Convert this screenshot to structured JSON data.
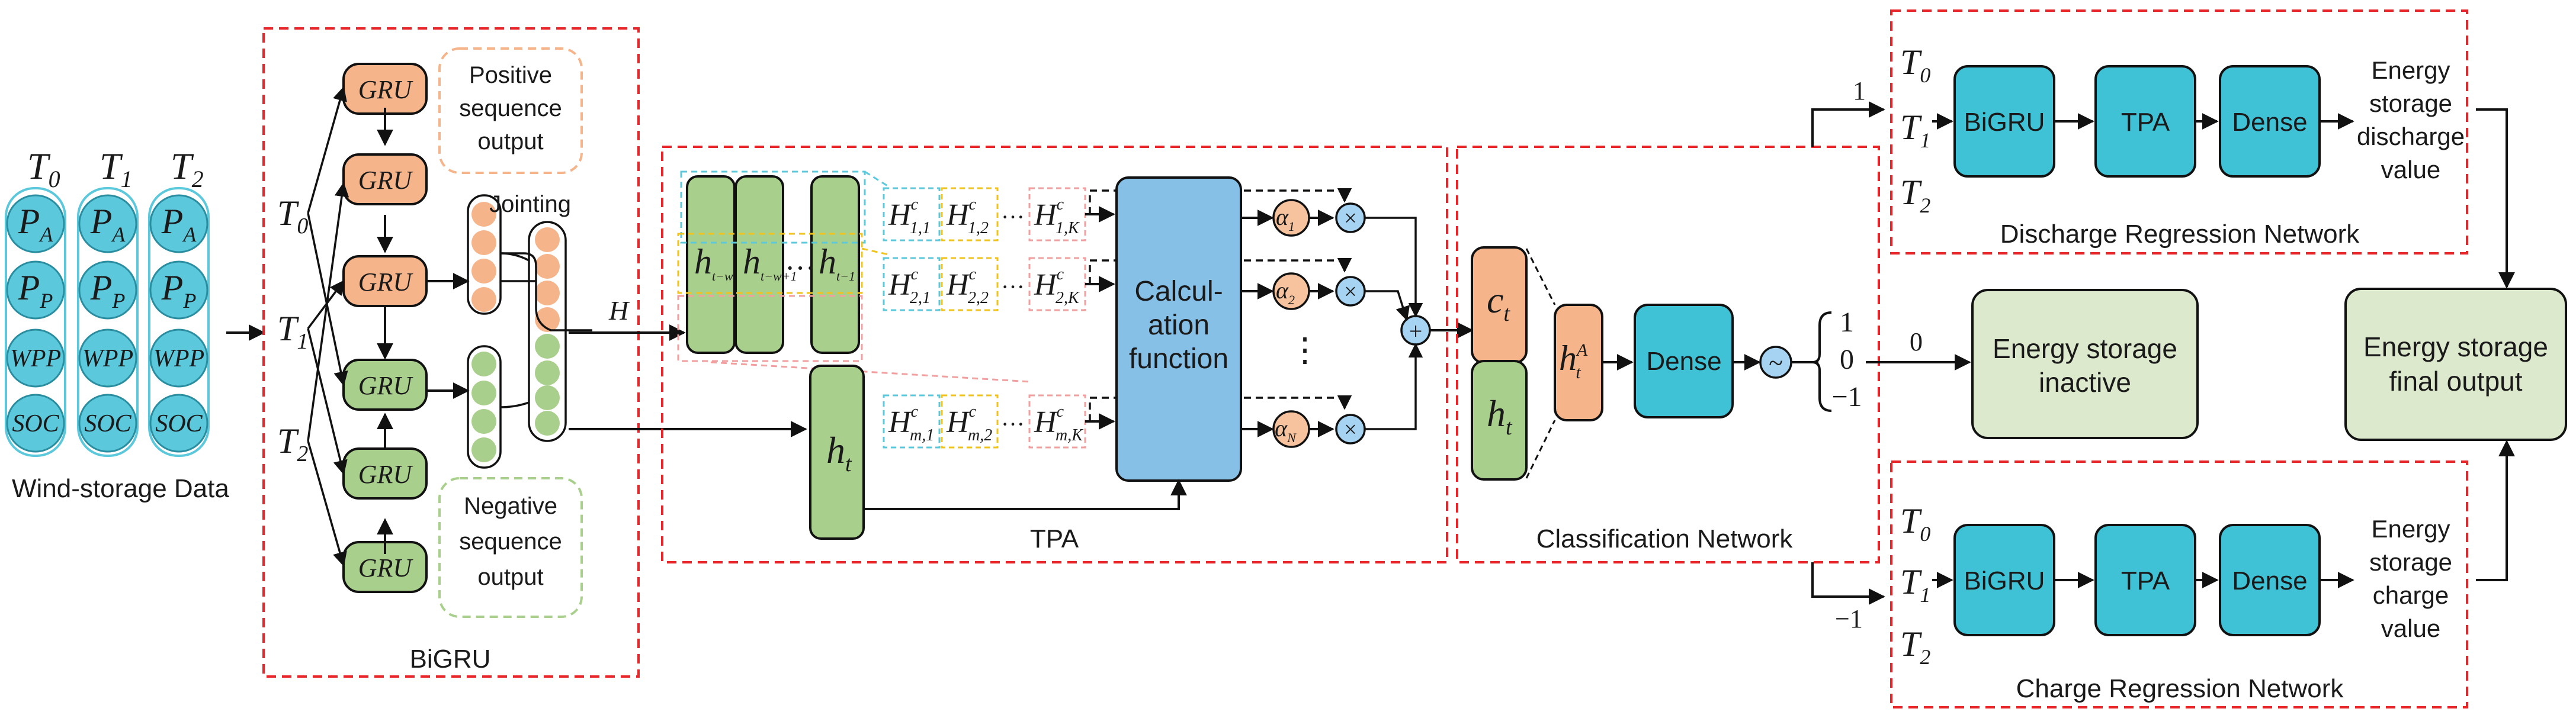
{
  "inputs": {
    "times": [
      "T",
      "T",
      "T"
    ],
    "time_subs": [
      "0",
      "1",
      "2"
    ],
    "features": [
      "P",
      "P",
      "WPP",
      "SOC"
    ],
    "feature_subs": [
      "A",
      "P",
      "",
      ""
    ],
    "caption": "Wind-storage Data"
  },
  "bigru": {
    "gru_label": "GRU",
    "positive_note": [
      "Positive",
      "sequence",
      "output"
    ],
    "negative_note": [
      "Negative",
      "sequence",
      "output"
    ],
    "jointing": "Jointing",
    "H": "H",
    "caption": "BiGRU",
    "t_labels": [
      "T",
      "T",
      "T"
    ],
    "t_subs": [
      "0",
      "1",
      "2"
    ]
  },
  "tpa": {
    "caption": "TPA",
    "h_sym": "h",
    "h_subs": [
      "t−w",
      "t−w+1",
      "t−1"
    ],
    "ht_sub": "t",
    "dots": "···",
    "H_sym": "H",
    "H_sup": "c",
    "H_rows": [
      [
        "1,1",
        "1,2",
        "1,K"
      ],
      [
        "2,1",
        "2,2",
        "2,K"
      ],
      [
        "m,1",
        "m,2",
        "m,K"
      ]
    ],
    "calc": [
      "Calcul-",
      "ation",
      "function"
    ],
    "alpha": "α",
    "alpha_subs": [
      "1",
      "2",
      "N"
    ],
    "vdots": "⋮",
    "plus": "+",
    "times": "×"
  },
  "classification": {
    "caption": "Classification Network",
    "ct": "c",
    "ct_sub": "t",
    "ht": "h",
    "ht_sub": "t",
    "hA_sup": "A",
    "dense": "Dense",
    "outputs": [
      "1",
      "0",
      "−1"
    ],
    "sigmoid": "~"
  },
  "routes": {
    "up": "1",
    "mid": "0",
    "down": "−1"
  },
  "discharge": {
    "t_labels": [
      "T",
      "T",
      "T"
    ],
    "t_subs": [
      "0",
      "1",
      "2"
    ],
    "blocks": [
      "BiGRU",
      "TPA",
      "Dense"
    ],
    "output": [
      "Energy",
      "storage",
      "discharge",
      "value"
    ],
    "caption": "Discharge Regression Network"
  },
  "charge": {
    "t_labels": [
      "T",
      "T",
      "T"
    ],
    "t_subs": [
      "0",
      "1",
      "2"
    ],
    "blocks": [
      "BiGRU",
      "TPA",
      "Dense"
    ],
    "output": [
      "Energy",
      "storage",
      "charge",
      "value"
    ],
    "caption": "Charge Regression Network"
  },
  "inactive": [
    "Energy storage",
    "inactive"
  ],
  "final": [
    "Energy storage",
    "final output"
  ],
  "colors": {
    "input_fill": "#5bc8dc",
    "gru_pos": "#f6b48a",
    "gru_neg": "#a9cf8c",
    "teal": "#3fc1d6",
    "calc": "#86c0e6",
    "pale_green": "#dde9cc",
    "alpha": "#f6c39e",
    "op": "#a7d3f2",
    "dashed_red": "#e8262a"
  }
}
